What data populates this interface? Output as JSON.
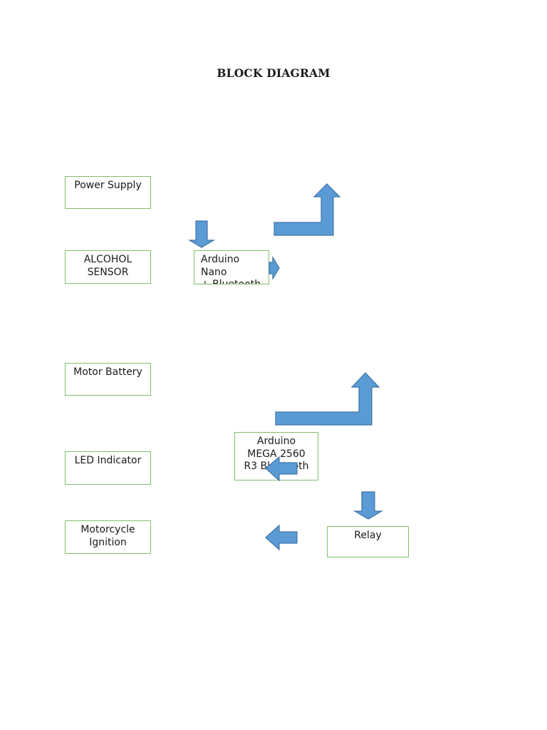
{
  "title": "BLOCK DIAGRAM",
  "blocks": {
    "power_supply": "Power Supply",
    "alcohol_sensor": "ALCOHOL\nSENSOR",
    "arduino_nano": "Arduino\nNano\n+ Bluetooth",
    "motor_battery": "Motor Battery",
    "led_indicator": "LED Indicator",
    "arduino_mega": "Arduino\nMEGA 2560\nR3 Bluetooth",
    "motorcycle_ignition": "Motorcycle\nIgnition",
    "relay": "Relay"
  },
  "colors": {
    "box_border": "#7fbf6a",
    "arrow_fill": "#5b9bd5",
    "arrow_stroke": "#3f73a8"
  }
}
